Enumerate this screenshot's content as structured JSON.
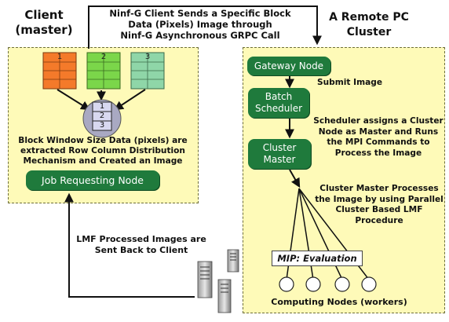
{
  "client": {
    "title_line1": "Client",
    "title_line2": "(master)",
    "blocks": [
      "1",
      "2",
      "3"
    ],
    "assembled_rows": [
      "1",
      "2",
      "3"
    ],
    "description": [
      "Block Window Size Data (pixels) are",
      "extracted Row Column Distribution",
      "Mechanism and Created an Image"
    ],
    "job_node": "Job Requesting Node"
  },
  "top_message": [
    "Ninf-G Client Sends a Specific Block",
    "Data (Pixels) Image through",
    "Ninf-G Asynchronous GRPC Call"
  ],
  "remote": {
    "title_line1": "A Remote PC",
    "title_line2": "Cluster",
    "gateway": "Gateway Node",
    "submit": "Submit Image",
    "scheduler_line1": "Batch",
    "scheduler_line2": "Scheduler",
    "scheduler_note": [
      "Scheduler assigns a Cluster",
      "Node as Master and Runs",
      "the MPI Commands to",
      "Process the Image"
    ],
    "master_line1": "Cluster",
    "master_line2": "Master",
    "master_note": [
      "Cluster Master Processes",
      "the Image by using Parallel",
      "Cluster Based LMF",
      "Procedure"
    ],
    "mip": "MIP: Evaluation",
    "workers_label": "Computing Nodes (workers)"
  },
  "return_message": [
    "LMF Processed Images are",
    "Sent Back to Client"
  ],
  "colors": {
    "panel": "#fefab8",
    "node_green": "#1f7a3c",
    "block1": "#f47a2a",
    "block2": "#7bd64a",
    "block3": "#8fd6a8",
    "disc": "#a9a9c2"
  }
}
